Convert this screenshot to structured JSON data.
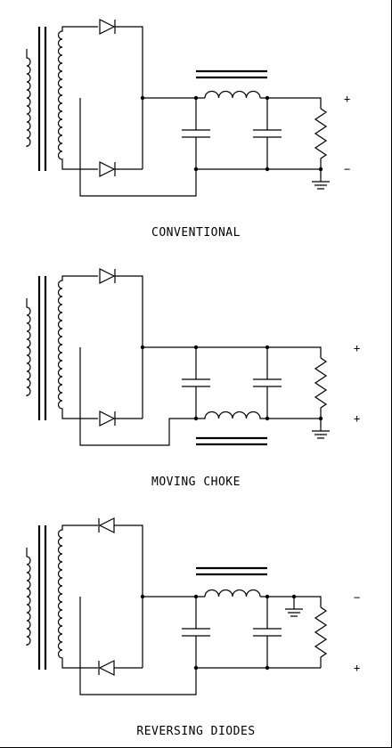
{
  "page": {
    "width": 440,
    "height": 840
  },
  "diagrams": [
    {
      "id": "conventional",
      "caption": "CONVENTIONAL",
      "top_sign": "+",
      "bottom_sign": "−"
    },
    {
      "id": "moving-choke",
      "caption": "MOVING CHOKE",
      "top_sign": "+",
      "bottom_sign": "+"
    },
    {
      "id": "reversing-diodes",
      "caption": "REVERSING DIODES",
      "top_sign": "−",
      "bottom_sign": "+"
    }
  ]
}
